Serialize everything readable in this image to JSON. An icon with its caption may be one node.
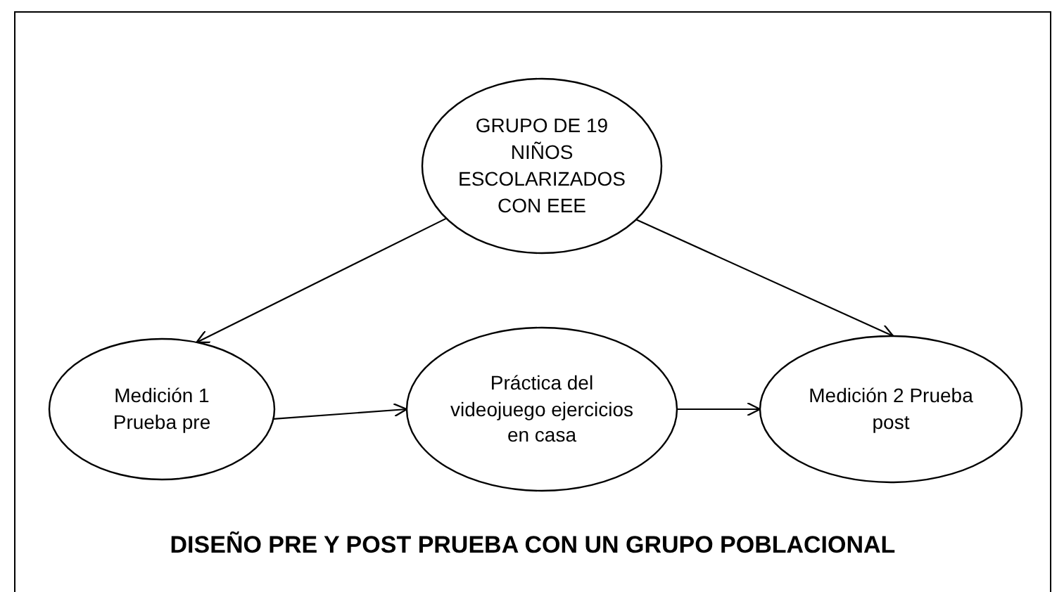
{
  "diagram": {
    "caption": "DISEÑO PRE Y POST PRUEBA CON UN GRUPO POBLACIONAL",
    "nodes": [
      {
        "text": [
          "GRUPO DE 19 NIÑOS ESCOLARIZADOS CON EEE"
        ]
      },
      {
        "text": [
          "Medición 1 Prueba pre"
        ]
      },
      {
        "text": [
          "Práctica del videojuego ejercicios en casa"
        ]
      },
      {
        "text": [
          "Medición 2 Prueba post"
        ]
      }
    ],
    "edges": [
      {
        "from": 0,
        "to": 1,
        "arrow": "to"
      },
      {
        "from": 0,
        "to": 3,
        "arrow": "to"
      },
      {
        "from": 1,
        "to": 2,
        "arrow": "to"
      },
      {
        "from": 2,
        "to": 3,
        "arrow": "to"
      }
    ]
  }
}
